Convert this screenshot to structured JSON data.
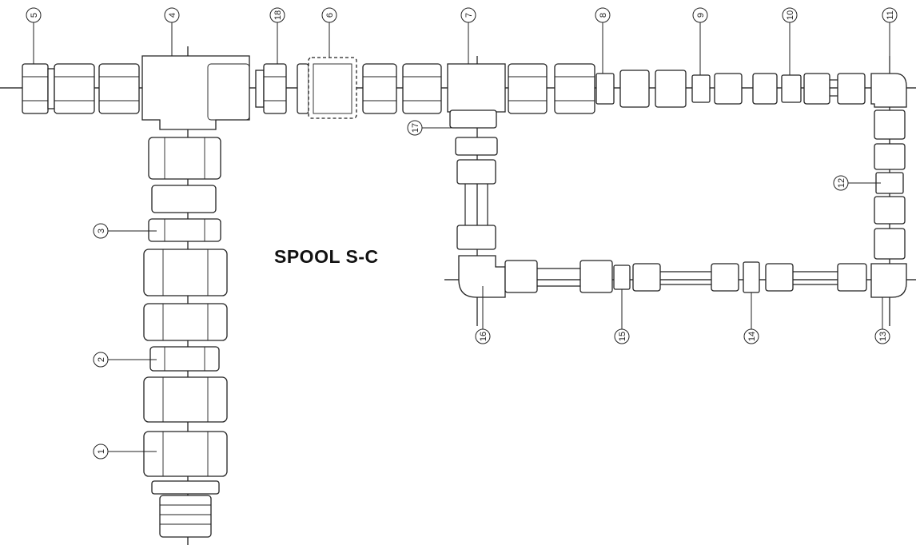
{
  "spool_title": "SPOOL S-C",
  "callouts": [
    "1",
    "2",
    "3",
    "4",
    "5",
    "6",
    "7",
    "8",
    "9",
    "10",
    "11",
    "12",
    "13",
    "14",
    "15",
    "16",
    "17",
    "18"
  ]
}
